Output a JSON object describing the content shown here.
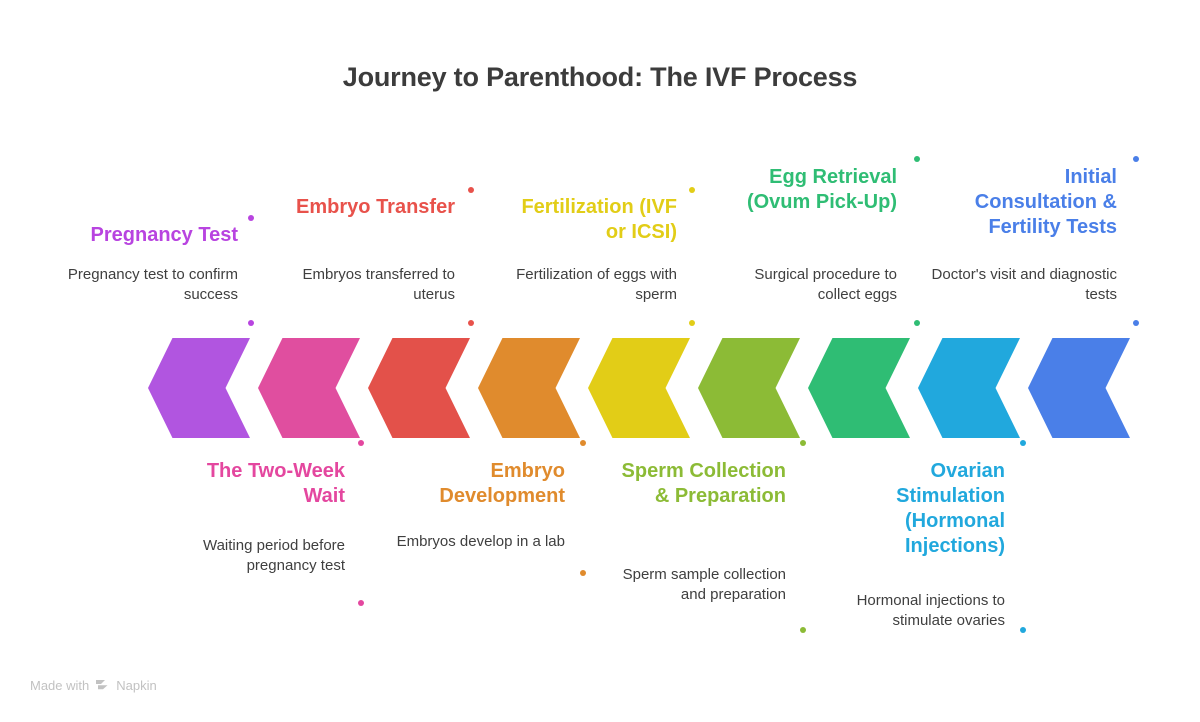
{
  "title": "Journey to Parenthood: The IVF Process",
  "footer": {
    "prefix": "Made with",
    "brand": "Napkin",
    "logo_icon": "napkin-chevrons-icon"
  },
  "chart_data": {
    "type": "diagram",
    "title": "Journey to Parenthood: The IVF Process",
    "layout": "left-pointing chevron process flow, 9 stages, alternating labels above and below",
    "direction": "right-to-left",
    "stage_count": 9,
    "stages": [
      {
        "index": 1,
        "label": "Initial Consultation & Fertility Tests",
        "description": "Doctor's visit and diagnostic tests",
        "color": "#4a7fe8",
        "position": "above",
        "align": "right"
      },
      {
        "index": 2,
        "label": "Ovarian Stimulation (Hormonal Injections)",
        "description": "Hormonal injections to stimulate ovaries",
        "color": "#21a8dd",
        "position": "below",
        "align": "right"
      },
      {
        "index": 3,
        "label": "Egg Retrieval (Ovum Pick-Up)",
        "description": "Surgical procedure to collect eggs",
        "color": "#2fbd74",
        "position": "above",
        "align": "right"
      },
      {
        "index": 4,
        "label": "Sperm Collection & Preparation",
        "description": "Sperm sample collection and preparation",
        "color": "#8cbb36",
        "position": "below",
        "align": "right"
      },
      {
        "index": 5,
        "label": "Fertilization (IVF or ICSI)",
        "description": "Fertilization of eggs with sperm",
        "color": "#e2cd17",
        "position": "above",
        "align": "right"
      },
      {
        "index": 6,
        "label": "Embryo Development",
        "description": "Embryos develop in a lab",
        "color": "#e08b2d",
        "position": "below",
        "align": "right"
      },
      {
        "index": 7,
        "label": "Embryo Transfer",
        "description": "Embryos transferred to uterus",
        "color": "#e8524b",
        "position": "above",
        "align": "right"
      },
      {
        "index": 8,
        "label": "The Two-Week Wait",
        "description": "Waiting period before pregnancy test",
        "color": "#e4479f",
        "position": "below",
        "align": "right"
      },
      {
        "index": 9,
        "label": "Pregnancy Test",
        "description": "Pregnancy test to confirm success",
        "color": "#b844e0",
        "position": "above",
        "align": "right"
      }
    ],
    "chevron_colors": [
      "#b155e0",
      "#e04e9f",
      "#e3514a",
      "#e08b2d",
      "#e2cd17",
      "#8cbb36",
      "#2fbd74",
      "#21a8dd",
      "#4a7fe8"
    ]
  }
}
